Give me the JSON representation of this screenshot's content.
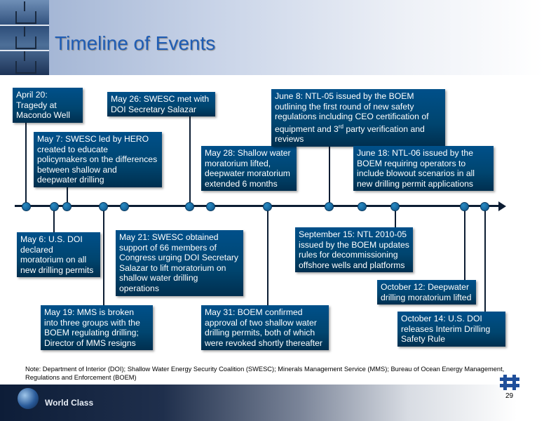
{
  "title": "Timeline of Events",
  "events_top": [
    {
      "id": "apr20",
      "text": "April 20: Tragedy at Macondo Well"
    },
    {
      "id": "may7",
      "text": "May 7: SWESC led by HERO created to educate policymakers on the differences between shallow and deepwater drilling"
    },
    {
      "id": "may26",
      "text": "May 26: SWESC met with DOI Secretary Salazar"
    },
    {
      "id": "may28",
      "text": "May 28: Shallow water moratorium lifted, deepwater moratorium extended 6 months"
    },
    {
      "id": "jun8",
      "text_before": "June 8: NTL-05 issued by the BOEM outlining the first round of new safety regulations including CEO certification of equipment and 3",
      "sup": "rd",
      "text_after": " party verification and reviews"
    },
    {
      "id": "jun18",
      "text": "June 18: NTL-06 issued by the BOEM requiring operators to include blowout scenarios in all new drilling permit applications"
    }
  ],
  "events_bottom": [
    {
      "id": "may6",
      "text": "May 6: U.S. DOI declared moratorium on all new drilling permits"
    },
    {
      "id": "may21",
      "text": "May 21: SWESC obtained support of 66 members of Congress urging DOI Secretary Salazar to lift moratorium on shallow water drilling operations"
    },
    {
      "id": "may19",
      "text": "May 19: MMS is broken into three groups with the BOEM regulating drilling; Director of MMS resigns"
    },
    {
      "id": "may31",
      "text": "May 31: BOEM confirmed approval of two shallow water drilling permits, both of which were revoked shortly thereafter"
    },
    {
      "id": "sep15",
      "text": "September 15: NTL 2010-05 issued by the BOEM updates rules for decommissioning offshore wells and platforms"
    },
    {
      "id": "oct12",
      "text": "October 12: Deepwater drilling moratorium lifted"
    },
    {
      "id": "oct14",
      "text": "October 14: U.S. DOI releases Interim Drilling Safety Rule"
    }
  ],
  "note": "Note: Department of Interior (DOI); Shallow Water Energy Security Coalition (SWESC); Minerals Management Service (MMS); Bureau of Ocean Energy Management, Regulations and Enforcement (BOEM)",
  "footer": {
    "brand": "World Class",
    "page_number": "29"
  },
  "colors": {
    "title": "#1f5db5",
    "box": "#00456f",
    "axis": "#0c1d33"
  }
}
